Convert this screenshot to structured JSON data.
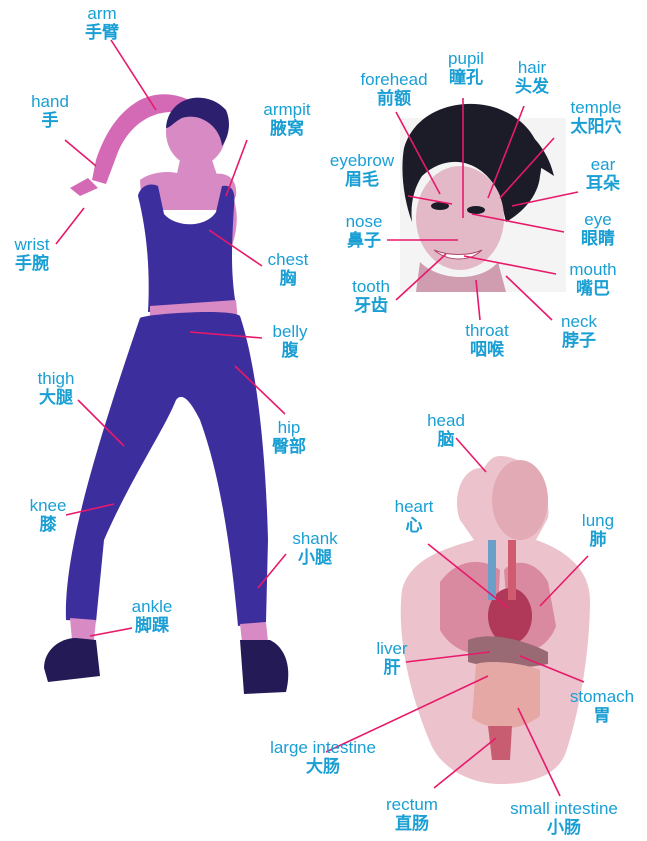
{
  "colors": {
    "label": "#1a9fd4",
    "leader": "#e8196a",
    "figure": "#3d2e9e",
    "skin": "#d46ab6"
  },
  "labels": {
    "arm": {
      "en": "arm",
      "zh": "手臂"
    },
    "hand": {
      "en": "hand",
      "zh": "手"
    },
    "armpit": {
      "en": "armpit",
      "zh": "腋窝"
    },
    "wrist": {
      "en": "wrist",
      "zh": "手腕"
    },
    "chest": {
      "en": "chest",
      "zh": "胸"
    },
    "belly": {
      "en": "belly",
      "zh": "腹"
    },
    "thigh": {
      "en": "thigh",
      "zh": "大腿"
    },
    "hip": {
      "en": "hip",
      "zh": "臀部"
    },
    "knee": {
      "en": "knee",
      "zh": "膝"
    },
    "shank": {
      "en": "shank",
      "zh": "小腿"
    },
    "ankle": {
      "en": "ankle",
      "zh": "脚踝"
    },
    "forehead": {
      "en": "forehead",
      "zh": "前额"
    },
    "pupil": {
      "en": "pupil",
      "zh": "瞳孔"
    },
    "hair": {
      "en": "hair",
      "zh": "头发"
    },
    "temple": {
      "en": "temple",
      "zh": "太阳穴"
    },
    "eyebrow": {
      "en": "eyebrow",
      "zh": "眉毛"
    },
    "ear": {
      "en": "ear",
      "zh": "耳朵"
    },
    "nose": {
      "en": "nose",
      "zh": "鼻子"
    },
    "eye": {
      "en": "eye",
      "zh": "眼睛"
    },
    "mouth": {
      "en": "mouth",
      "zh": "嘴巴"
    },
    "tooth": {
      "en": "tooth",
      "zh": "牙齿"
    },
    "throat": {
      "en": "throat",
      "zh": "咽喉"
    },
    "neck": {
      "en": "neck",
      "zh": "脖子"
    },
    "head": {
      "en": "head",
      "zh": "脑"
    },
    "heart": {
      "en": "heart",
      "zh": "心"
    },
    "lung": {
      "en": "lung",
      "zh": "肺"
    },
    "liver": {
      "en": "liver",
      "zh": "肝"
    },
    "stomach": {
      "en": "stomach",
      "zh": "胃"
    },
    "large_intestine": {
      "en": "large intestine",
      "zh": "大肠"
    },
    "rectum": {
      "en": "rectum",
      "zh": "直肠"
    },
    "small_intestine": {
      "en": "small intestine",
      "zh": "小肠"
    }
  }
}
